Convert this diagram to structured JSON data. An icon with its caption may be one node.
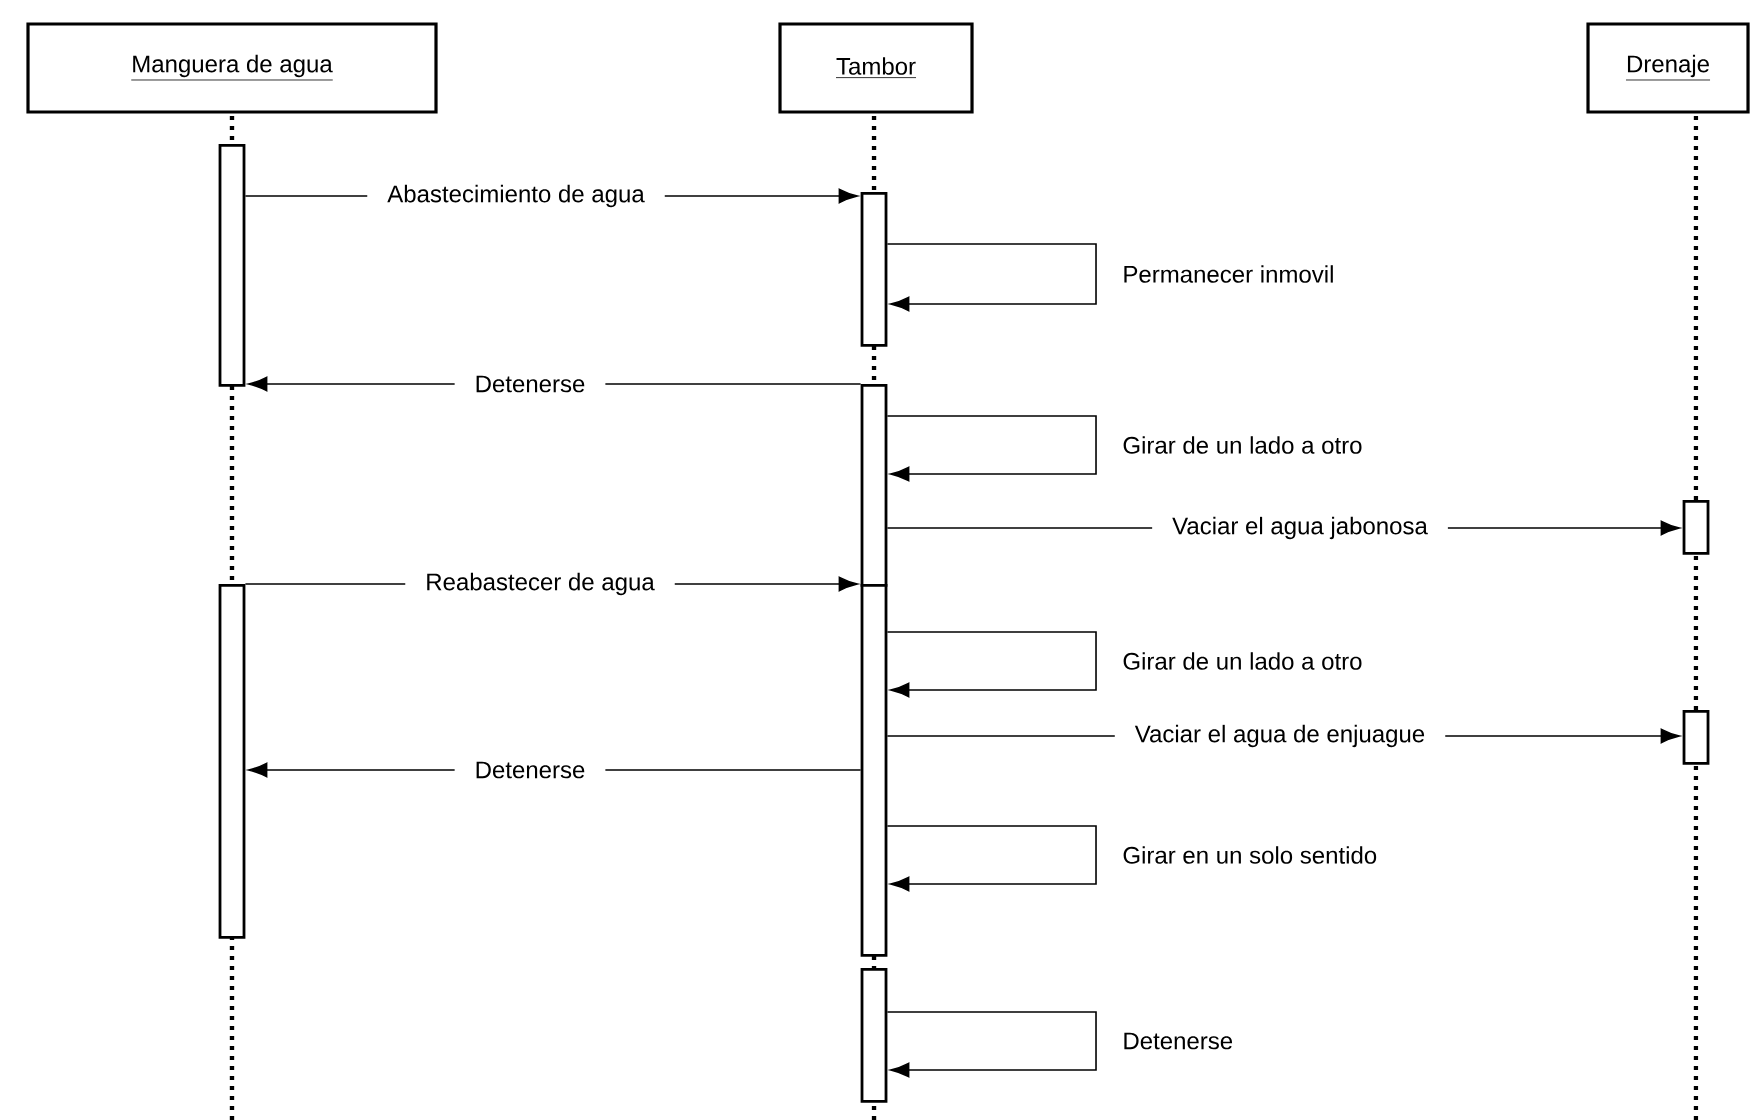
{
  "diagram": {
    "nodes": [
      {
        "text": [
          "Manguera de agua"
        ]
      },
      {
        "text": [
          "Tambor"
        ]
      },
      {
        "text": [
          "Drenaje"
        ]
      },
      {
        "text": [],
        "shape": "bar"
      },
      {
        "text": [],
        "shape": "bar"
      },
      {
        "text": [],
        "shape": "bar"
      },
      {
        "text": [],
        "shape": "bar"
      },
      {
        "text": [],
        "shape": "bar"
      },
      {
        "text": [],
        "shape": "bar"
      },
      {
        "text": [],
        "shape": "bar"
      },
      {
        "text": [],
        "shape": "bar"
      }
    ],
    "edges": [
      {
        "from": 3,
        "to": 5,
        "arrow": "to",
        "label": "Abastecimiento de agua"
      },
      {
        "from": 5,
        "to": 5,
        "arrow": "to",
        "label": "Permanecer inmovil"
      },
      {
        "from": 6,
        "to": 3,
        "arrow": "to",
        "label": "Detenerse"
      },
      {
        "from": 6,
        "to": 6,
        "arrow": "to",
        "label": "Girar de un lado a otro"
      },
      {
        "from": 6,
        "to": 9,
        "arrow": "to",
        "label": "Vaciar el agua jabonosa"
      },
      {
        "from": 4,
        "to": 7,
        "arrow": "to",
        "label": "Reabastecer de agua"
      },
      {
        "from": 7,
        "to": 7,
        "arrow": "to",
        "label": "Girar de un lado a otro"
      },
      {
        "from": 7,
        "to": 10,
        "arrow": "to",
        "label": "Vaciar el agua de enjuague"
      },
      {
        "from": 7,
        "to": 4,
        "arrow": "to",
        "label": "Detenerse"
      },
      {
        "from": 7,
        "to": 7,
        "arrow": "to",
        "label": "Girar en un solo sentido"
      },
      {
        "from": 8,
        "to": 8,
        "arrow": "to",
        "label": "Detenerse"
      }
    ]
  }
}
